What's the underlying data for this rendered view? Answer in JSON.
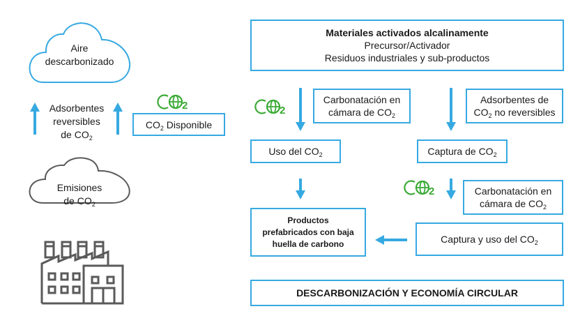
{
  "colors": {
    "accent_blue": "#36a9e1",
    "co2_green": "#3aaa35",
    "icon_gray": "#5a5a5a"
  },
  "left": {
    "cloud_top": {
      "line1": "Aire",
      "line2": "descarbonizado"
    },
    "adsorbentes": {
      "line1": "Adsorbentes",
      "line2": "reversibles",
      "line3_prefix": "de CO",
      "line3_sub": "2"
    },
    "co2_icon_label": "CO2",
    "co2_disponible": {
      "prefix": "CO",
      "sub": "2",
      "suffix": " Disponible"
    },
    "cloud_bottom": {
      "line1": "Emisiones",
      "line2_prefix": "de CO",
      "line2_sub": "2"
    },
    "factory_icon": "factory-icon"
  },
  "right": {
    "materiales": {
      "title": "Materiales activados alcalinamente",
      "line2": "Precursor/Activador",
      "line3": "Residuos industriales y sub-productos"
    },
    "carbonatacion_1": {
      "line1": "Carbonatación en",
      "line2_prefix": "cámara de CO",
      "line2_sub": "2"
    },
    "adsorbentes_no_rev": {
      "line1": "Adsorbentes de",
      "line2_prefix": "CO",
      "line2_sub": "2",
      "line2_suffix": " no reversibles"
    },
    "uso": {
      "prefix": "Uso del CO",
      "sub": "2"
    },
    "captura": {
      "prefix": "Captura de CO",
      "sub": "2"
    },
    "carbonatacion_2": {
      "line1": "Carbonatación en",
      "line2_prefix": "cámara de CO",
      "line2_sub": "2"
    },
    "productos": {
      "line1": "Productos",
      "line2": "prefabricados con baja",
      "line3": "huella de carbono"
    },
    "captura_uso": {
      "prefix": "Captura y uso del CO",
      "sub": "2"
    },
    "footer": "DESCARBONIZACIÓN Y ECONOMÍA CIRCULAR"
  }
}
